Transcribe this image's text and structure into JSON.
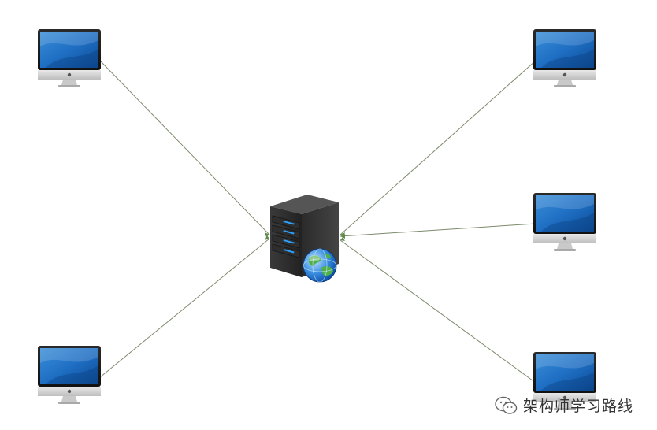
{
  "diagram": {
    "type": "star-network",
    "center": {
      "kind": "server",
      "icon": "web-server-icon",
      "badge_icon": "globe-icon"
    },
    "clients": [
      {
        "id": "client-top-left",
        "icon": "imac-monitor-icon"
      },
      {
        "id": "client-bottom-left",
        "icon": "imac-monitor-icon"
      },
      {
        "id": "client-top-right",
        "icon": "imac-monitor-icon"
      },
      {
        "id": "client-middle-right",
        "icon": "imac-monitor-icon"
      },
      {
        "id": "client-bottom-right",
        "icon": "imac-monitor-icon"
      }
    ],
    "link_color": "#7d8a6c"
  },
  "watermark": {
    "text": "架构师学习路线",
    "icon": "wechat-icon"
  }
}
